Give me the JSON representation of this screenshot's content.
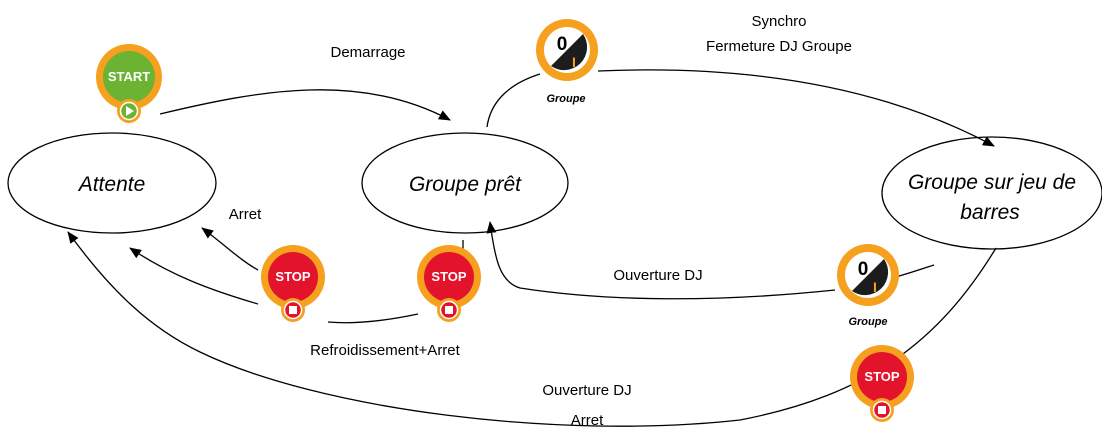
{
  "states": {
    "attente": "Attente",
    "groupe_pret": "Groupe prêt",
    "groupe_sur_jeu_line1": "Groupe sur jeu de",
    "groupe_sur_jeu_line2": "barres"
  },
  "transitions": {
    "demarrage": "Demarrage",
    "synchro_line1": "Synchro",
    "synchro_line2": "Fermeture DJ Groupe",
    "arret": "Arret",
    "refroidissement_arret": "Refroidissement+Arret",
    "ouverture_dj": "Ouverture  DJ",
    "ouverture_dj_bottom": "Ouverture  DJ",
    "arret_bottom": "Arret"
  },
  "buttons": {
    "start": "START",
    "stop": "STOP",
    "switch_off": "0",
    "switch_on": "I",
    "groupe_caption": "Groupe"
  },
  "colors": {
    "orange_ring": "#f5a01f",
    "start_green": "#6cb233",
    "stop_red": "#e2132a",
    "switch_dark": "#1c1c1c"
  }
}
